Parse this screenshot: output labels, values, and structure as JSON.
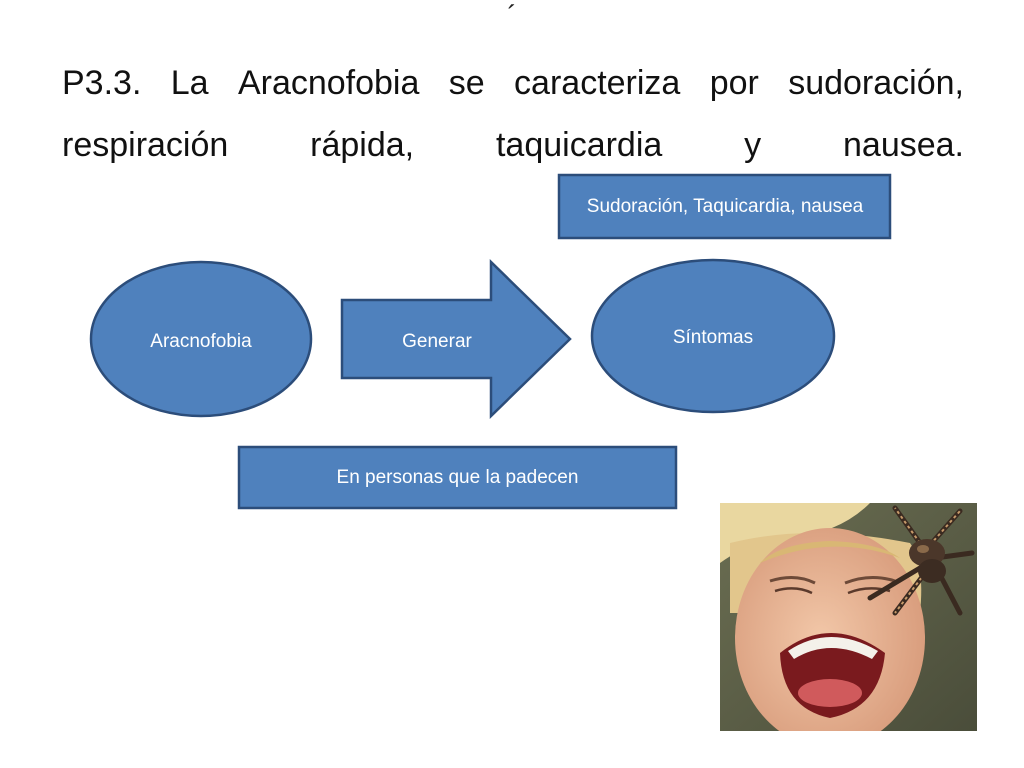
{
  "accent_mark": "´",
  "title": {
    "line1_words": [
      "P3.3.",
      "La",
      "Aracnofobia",
      "se",
      "caracteriza",
      "por",
      "sudoración,"
    ],
    "line2_words": [
      "respiración",
      "rápida,",
      "taquicardia",
      "y",
      "nausea."
    ]
  },
  "diagram": {
    "top_box": "Sudoración, Taquicardia, nausea",
    "left_node": "Aracnofobia",
    "arrow_label": "Generar",
    "right_node": "Síntomas",
    "bottom_box": "En personas que la padecen"
  },
  "colors": {
    "fill": "#4f81bd",
    "stroke": "#2c4d7a",
    "text": "#ffffff"
  },
  "photo": {
    "icon": "screaming-woman-spider-photo"
  }
}
